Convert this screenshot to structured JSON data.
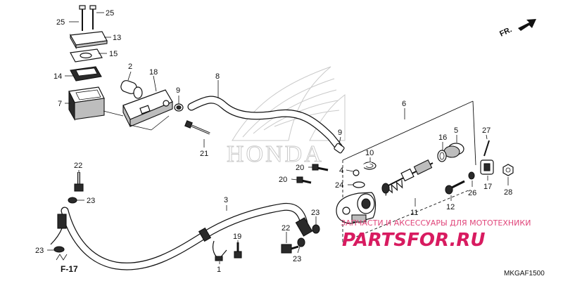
{
  "diagram": {
    "watermark_brand": "HONDA",
    "direction_label": "FR.",
    "reference_code": "MKGAF1500",
    "figure_ref": "F-17",
    "seller_text": "ЗАПЧАСТИ И АКСЕССУАРЫ ДЛЯ МОТОТЕХНИКИ",
    "seller_logo": "PARTSFOR.RU"
  },
  "callouts": [
    {
      "id": "c25a",
      "label": "25"
    },
    {
      "id": "c25b",
      "label": "25"
    },
    {
      "id": "c13",
      "label": "13"
    },
    {
      "id": "c15",
      "label": "15"
    },
    {
      "id": "c14",
      "label": "14"
    },
    {
      "id": "c2",
      "label": "2"
    },
    {
      "id": "c18",
      "label": "18"
    },
    {
      "id": "c7",
      "label": "7"
    },
    {
      "id": "c9a",
      "label": "9"
    },
    {
      "id": "c8",
      "label": "8"
    },
    {
      "id": "c21",
      "label": "21"
    },
    {
      "id": "c9b",
      "label": "9"
    },
    {
      "id": "c6",
      "label": "6"
    },
    {
      "id": "c5",
      "label": "5"
    },
    {
      "id": "c16",
      "label": "16"
    },
    {
      "id": "c10",
      "label": "10"
    },
    {
      "id": "c27",
      "label": "27"
    },
    {
      "id": "c20a",
      "label": "20"
    },
    {
      "id": "c4",
      "label": "4"
    },
    {
      "id": "c20b",
      "label": "20"
    },
    {
      "id": "c24",
      "label": "24"
    },
    {
      "id": "c17",
      "label": "17"
    },
    {
      "id": "c26",
      "label": "26"
    },
    {
      "id": "c28",
      "label": "28"
    },
    {
      "id": "c12",
      "label": "12"
    },
    {
      "id": "c11",
      "label": "11"
    },
    {
      "id": "c22a",
      "label": "22"
    },
    {
      "id": "c23a",
      "label": "23"
    },
    {
      "id": "c3",
      "label": "3"
    },
    {
      "id": "c23b",
      "label": "23"
    },
    {
      "id": "c22b",
      "label": "22"
    },
    {
      "id": "c19",
      "label": "19"
    },
    {
      "id": "c23c",
      "label": "23"
    },
    {
      "id": "c1",
      "label": "1"
    },
    {
      "id": "c23d",
      "label": "23"
    }
  ]
}
